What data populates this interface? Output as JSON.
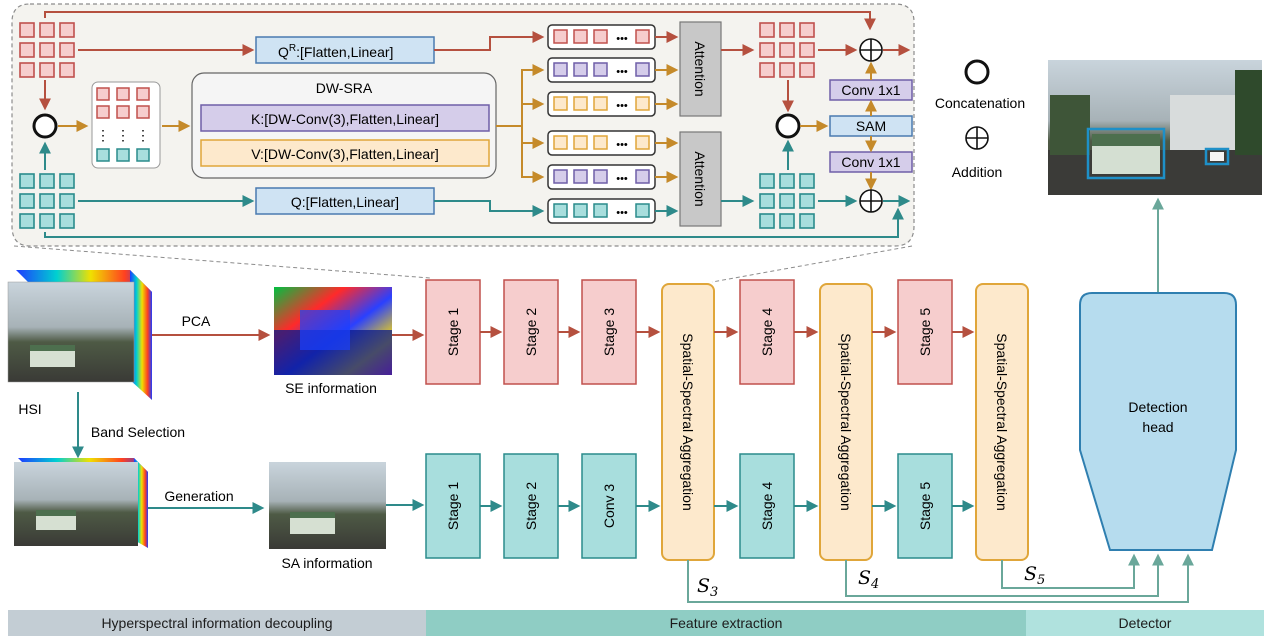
{
  "colors": {
    "se_fill": "#f6cdcd",
    "se_stroke": "#c0504d",
    "sa_fill": "#a8dedd",
    "sa_stroke": "#2a8c8c",
    "agg_fill": "#fde9cc",
    "agg_stroke": "#e0a63a",
    "purple_fill": "#d5cdea",
    "purple_stroke": "#6f5fa8",
    "qbox_fill": "#cfe3f3",
    "qbox_stroke": "#4a7bb0",
    "det_fill": "#b6dcee",
    "det_stroke": "#2f7fb0",
    "arrow_red": "#b5503f",
    "arrow_teal": "#2e8a8a",
    "arrow_orange": "#c58a2a",
    "bar1": "#c3cdd4",
    "bar2": "#8fcdc4",
    "bar3": "#b0e2de"
  },
  "inset": {
    "qr_label": "Q",
    "qr_sup": "R",
    "qr_rest": ":[Flatten,Linear]",
    "dwsra_title": "DW-SRA",
    "k_label": "K:[DW-Conv(3),Flatten,Linear]",
    "v_label": "V:[DW-Conv(3),Flatten,Linear]",
    "q_label": "Q:[Flatten,Linear]",
    "attention_label": "Attention",
    "conv1": "Conv 1x1",
    "sam": "SAM",
    "conv2": "Conv 1x1",
    "dots": "•••",
    "vdots": "⋮"
  },
  "legend": {
    "concatenation": "Concatenation",
    "addition": "Addition"
  },
  "left": {
    "hsi_label": "HSI",
    "pca_label": "PCA",
    "band_selection_label": "Band Selection",
    "generation_label": "Generation",
    "se_info_label": "SE information",
    "sa_info_label": "SA information"
  },
  "se_stages": [
    "Stage 1",
    "Stage 2",
    "Stage 3",
    "Stage 4",
    "Stage 5"
  ],
  "sa_stages": [
    "Stage 1",
    "Stage 2",
    "Conv 3",
    "Stage 4",
    "Stage 5"
  ],
  "aggregation_label": "Spatial-Spectral Aggregation",
  "detection_head": [
    "Detection",
    "head"
  ],
  "scales": [
    {
      "base": "S",
      "sub": "3"
    },
    {
      "base": "S",
      "sub": "4"
    },
    {
      "base": "S",
      "sub": "5"
    }
  ],
  "bottom_bar": [
    {
      "label": "Hyperspectral information decoupling"
    },
    {
      "label": "Feature extraction"
    },
    {
      "label": "Detector"
    }
  ]
}
